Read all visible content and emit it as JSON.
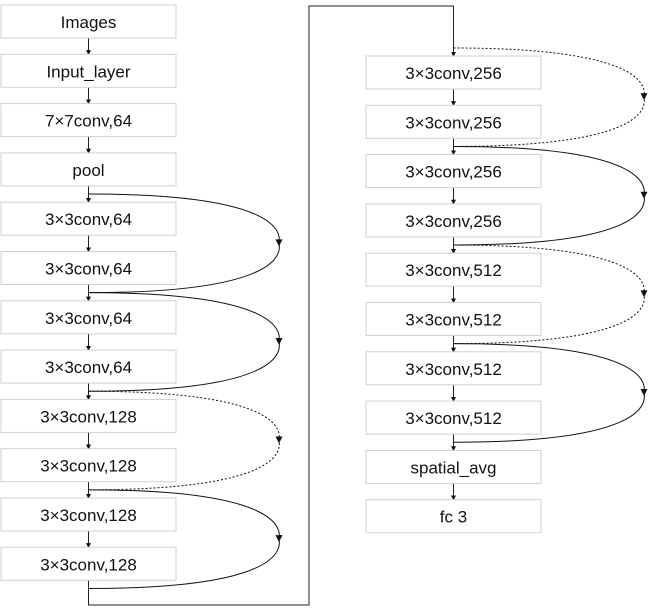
{
  "diagram": {
    "columns": [
      {
        "name": "left",
        "nodes": [
          "Images",
          "Input_layer",
          "7×7conv,64",
          "pool",
          "3×3conv,64",
          "3×3conv,64",
          "3×3conv,64",
          "3×3conv,64",
          "3×3conv,128",
          "3×3conv,128",
          "3×3conv,128",
          "3×3conv,128"
        ]
      },
      {
        "name": "right",
        "nodes": [
          "3×3conv,256",
          "3×3conv,256",
          "3×3conv,256",
          "3×3conv,256",
          "3×3conv,512",
          "3×3conv,512",
          "3×3conv,512",
          "3×3conv,512",
          "spatial_avg",
          "fc 3"
        ]
      }
    ],
    "skip_connections": [
      {
        "column": "left",
        "from": 3,
        "to": 5,
        "style": "solid"
      },
      {
        "column": "left",
        "from": 5,
        "to": 7,
        "style": "solid"
      },
      {
        "column": "left",
        "from": 7,
        "to": 9,
        "style": "dashed"
      },
      {
        "column": "left",
        "from": 9,
        "to": 11,
        "style": "solid"
      },
      {
        "column": "right",
        "from": -1,
        "to": 1,
        "style": "dashed"
      },
      {
        "column": "right",
        "from": 1,
        "to": 3,
        "style": "solid"
      },
      {
        "column": "right",
        "from": 3,
        "to": 5,
        "style": "dashed"
      },
      {
        "column": "right",
        "from": 5,
        "to": 7,
        "style": "solid"
      }
    ],
    "colors": {
      "node_border": "#d0d0d0",
      "line": "#111111",
      "text": "#111111"
    }
  }
}
